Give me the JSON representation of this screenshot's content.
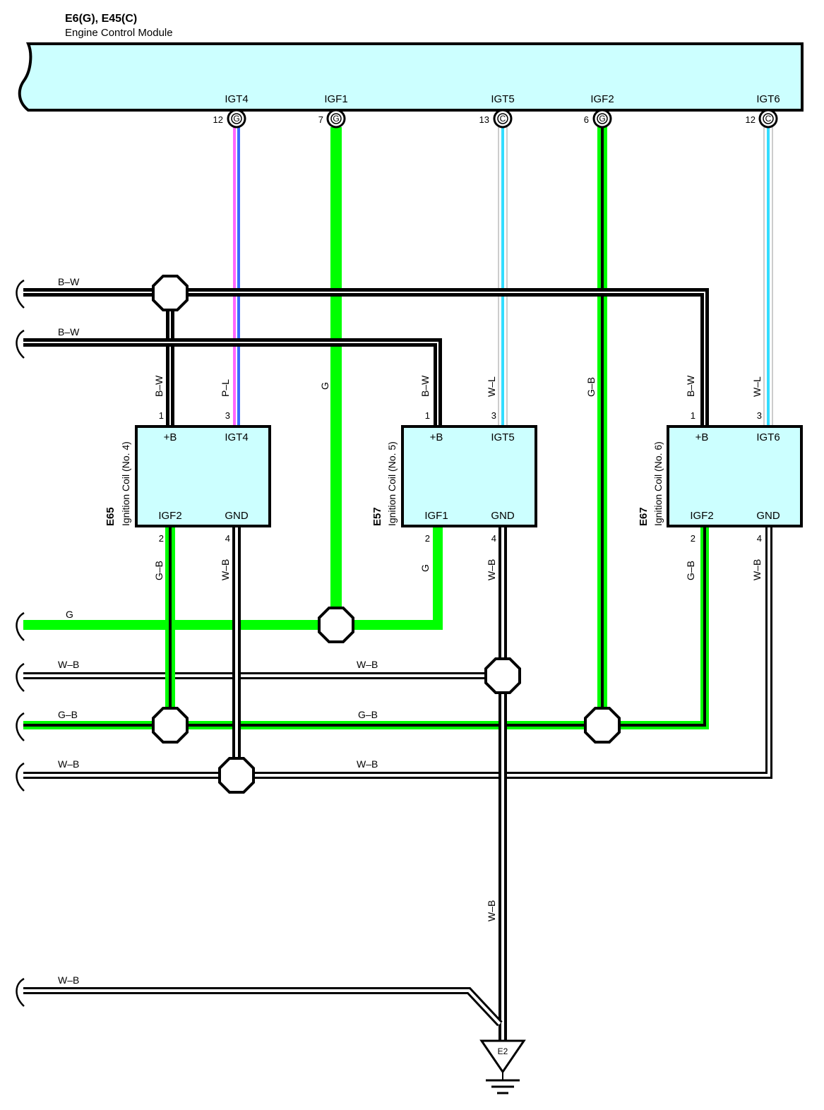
{
  "ecm": {
    "connector_label": "E6(G), E45(C)",
    "name": "Engine Control Module",
    "pins": [
      {
        "name": "IGT4",
        "num": "12",
        "conn": "G"
      },
      {
        "name": "IGF1",
        "num": "7",
        "conn": "G"
      },
      {
        "name": "IGT5",
        "num": "13",
        "conn": "C"
      },
      {
        "name": "IGF2",
        "num": "6",
        "conn": "G"
      },
      {
        "name": "IGT6",
        "num": "12",
        "conn": "C"
      }
    ]
  },
  "coils": [
    {
      "id": "E65",
      "name": "Ignition Coil (No. 4)",
      "terminals": {
        "plus_b": "+B",
        "igt": "IGT4",
        "igf": "IGF2",
        "gnd": "GND"
      },
      "pins": {
        "plus_b": "1",
        "igt": "3",
        "igf": "2",
        "gnd": "4"
      },
      "wires": {
        "plus_b": "B–W",
        "igt": "P–L",
        "igf": "G–B",
        "gnd": "W–B"
      }
    },
    {
      "id": "E57",
      "name": "Ignition Coil (No. 5)",
      "terminals": {
        "plus_b": "+B",
        "igt": "IGT5",
        "igf": "IGF1",
        "gnd": "GND"
      },
      "pins": {
        "plus_b": "1",
        "igt": "3",
        "igf": "2",
        "gnd": "4"
      },
      "wires": {
        "plus_b": "B–W",
        "igt": "W–L",
        "igf": "G",
        "gnd": "W–B"
      }
    },
    {
      "id": "E67",
      "name": "Ignition Coil (No. 6)",
      "terminals": {
        "plus_b": "+B",
        "igt": "IGT6",
        "igf": "IGF2",
        "gnd": "GND"
      },
      "pins": {
        "plus_b": "1",
        "igt": "3",
        "igf": "2",
        "gnd": "4"
      },
      "wires": {
        "plus_b": "B–W",
        "igt": "W–L",
        "igf": "G–B",
        "gnd": "W–B"
      }
    }
  ],
  "wire_labels": {
    "igf1_run": "G",
    "igf2_run": "G–B",
    "bus_bw_1": "B–W",
    "bus_bw_2": "B–W",
    "bus_g": "G",
    "bus_wb_1": "W–B",
    "bus_wb_1_mid": "W–B",
    "bus_gb": "G–B",
    "bus_gb_mid": "G–B",
    "bus_wb_2": "W–B",
    "bus_wb_2_mid": "W–B",
    "ground_run": "W–B",
    "bus_wb_3": "W–B"
  },
  "ground": {
    "label": "E2"
  },
  "colors": {
    "ecm_fill": "#ccffff",
    "coil_fill": "#ccffff",
    "black": "#000000",
    "green": "#00ff00",
    "pink": "#ff66ff",
    "blue": "#0066ff",
    "cyan": "#33ddff",
    "white": "#ffffff"
  }
}
